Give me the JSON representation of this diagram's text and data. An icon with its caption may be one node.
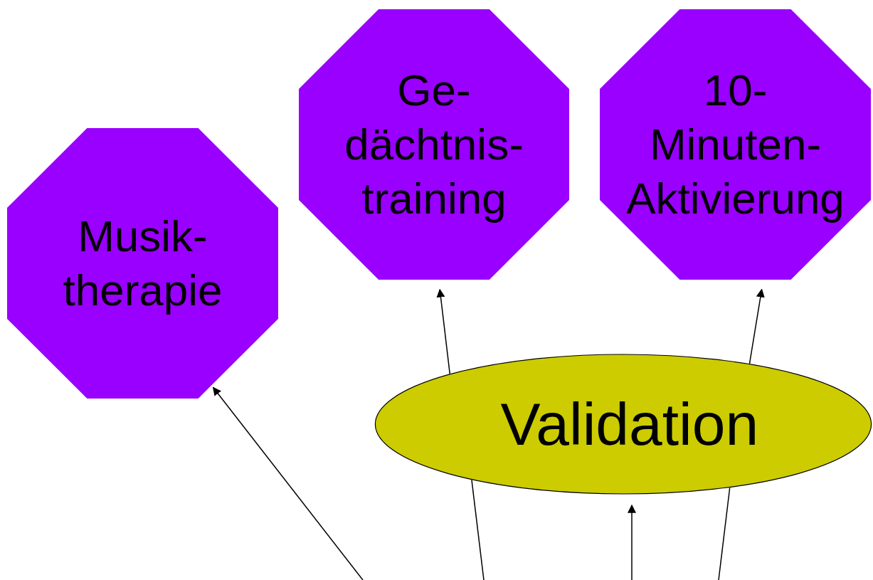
{
  "diagram": {
    "nodes": [
      {
        "text": [
          "Musik- therapie"
        ]
      },
      {
        "text": [
          "Ge- dächtnis- training"
        ]
      },
      {
        "text": [
          "10- Minuten- Aktivierung"
        ]
      },
      {
        "text": [
          "Validation"
        ]
      }
    ],
    "edges": [
      {
        "from": null,
        "to": 0,
        "arrow": "to"
      },
      {
        "from": 3,
        "to": 1,
        "arrow": "to"
      },
      {
        "from": 3,
        "to": 2,
        "arrow": "to"
      },
      {
        "from": null,
        "to": 3,
        "arrow": "to"
      },
      {
        "from": 3,
        "to": null,
        "arrow": "none"
      },
      {
        "from": 3,
        "to": null,
        "arrow": "none"
      }
    ]
  }
}
